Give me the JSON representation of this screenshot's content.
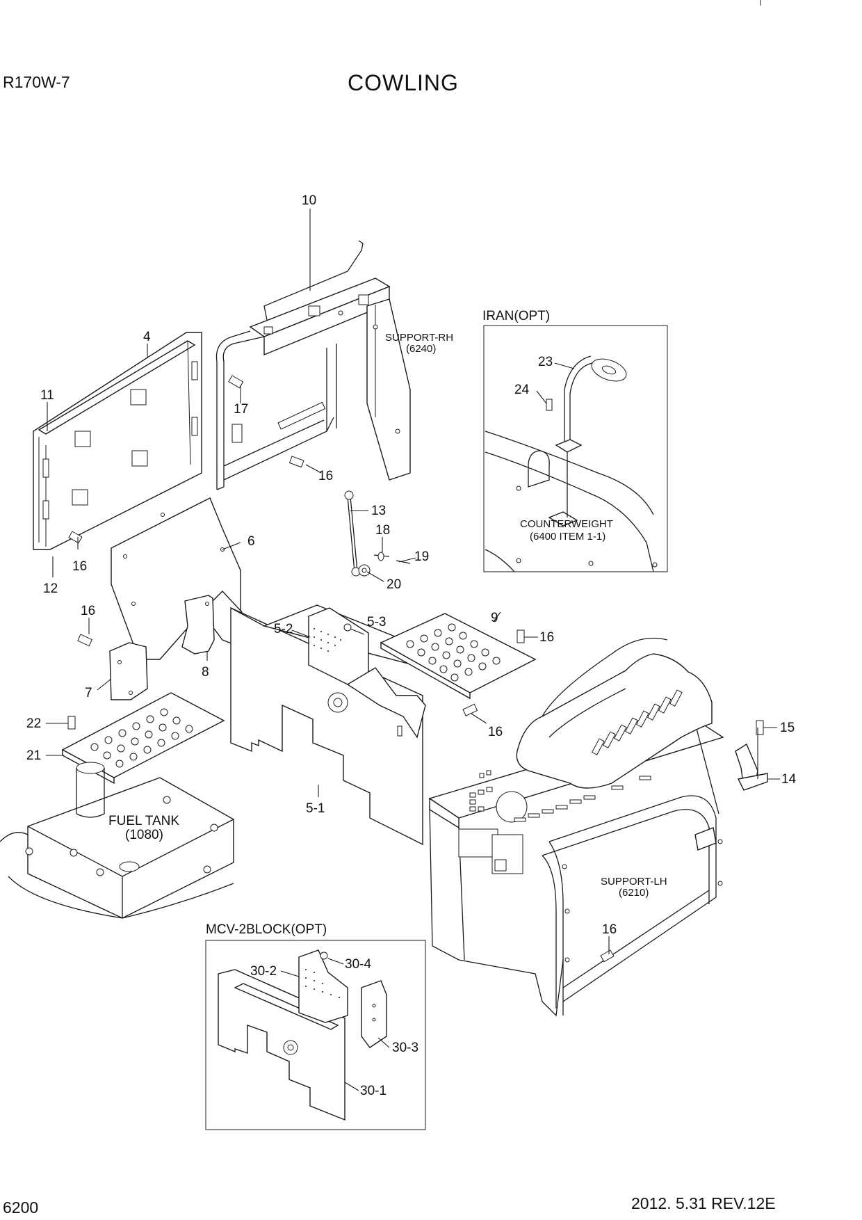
{
  "header": {
    "model": "R170W-7",
    "title": "COWLING"
  },
  "footer": {
    "page_number": "6200",
    "revision": "2012. 5.31  REV.12E"
  },
  "inset_iran": {
    "title": "IRAN(OPT)",
    "counterweight_label": "COUNTERWEIGHT",
    "counterweight_ref": "(6400 ITEM 1-1)"
  },
  "inset_mcv": {
    "title": "MCV-2BLOCK(OPT)"
  },
  "references": {
    "support_rh": "SUPPORT-RH",
    "support_rh_ref": "(6240)",
    "support_lh": "SUPPORT-LH",
    "support_lh_ref": "(6210)",
    "fuel_tank": "FUEL TANK",
    "fuel_tank_ref": "(1080)"
  },
  "callouts": {
    "p10": "10",
    "p4": "4",
    "p11": "11",
    "p17": "17",
    "p16a": "16",
    "p16b": "16",
    "p12": "12",
    "p6": "6",
    "p13": "13",
    "p18": "18",
    "p19": "19",
    "p20": "20",
    "p16c": "16",
    "p7": "7",
    "p8": "8",
    "p5_2": "5-2",
    "p5_3": "5-3",
    "p9": "9",
    "p16d": "16",
    "p22": "22",
    "p21": "21",
    "p16e": "16",
    "p5_1": "5-1",
    "p15": "15",
    "p14": "14",
    "p16f": "16",
    "p23": "23",
    "p24": "24",
    "p30_2": "30-2",
    "p30_4": "30-4",
    "p30_3": "30-3",
    "p30_1": "30-1"
  }
}
